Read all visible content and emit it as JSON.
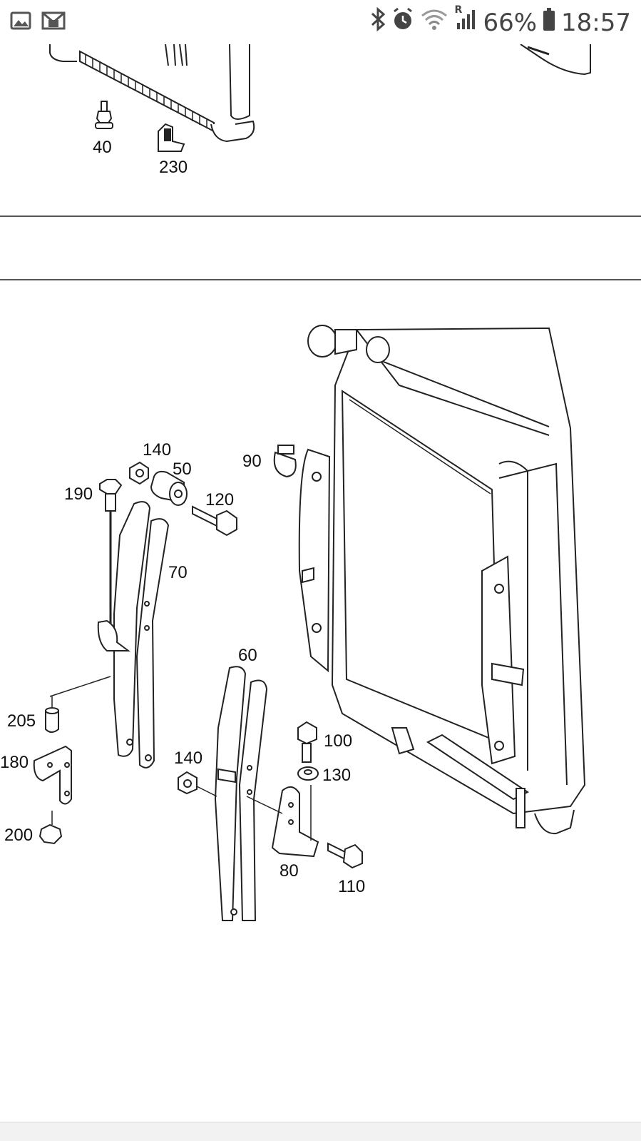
{
  "status_bar": {
    "left_icons": [
      "image-icon",
      "gmail-icon"
    ],
    "right_icons": [
      "bluetooth-icon",
      "alarm-icon",
      "wifi-icon",
      "signal-icon",
      "battery-icon"
    ],
    "signal_roaming": "R",
    "battery_percent": "66%",
    "time": "18:57"
  },
  "top_diagram": {
    "callouts": [
      "40",
      "230"
    ]
  },
  "main_diagram": {
    "callouts": [
      "140",
      "50",
      "190",
      "120",
      "90",
      "70",
      "60",
      "205",
      "180",
      "140",
      "200",
      "100",
      "130",
      "80",
      "110"
    ]
  }
}
